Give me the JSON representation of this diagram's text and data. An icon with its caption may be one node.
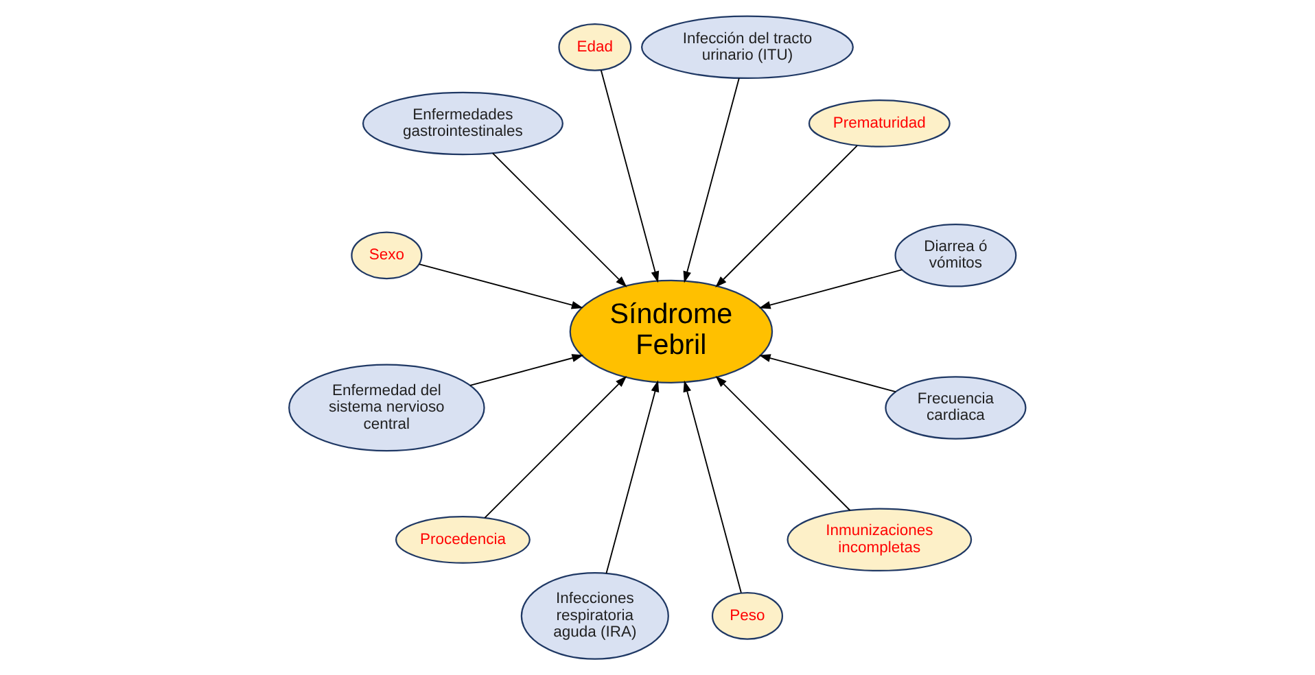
{
  "diagram": {
    "nodes": [
      {
        "text": [
          "Síndrome Febril"
        ]
      },
      {
        "text": [
          "Diarrea ó vómitos"
        ]
      },
      {
        "text": [
          "Prematuridad"
        ]
      },
      {
        "text": [
          "Infección del tracto urinario (ITU)"
        ]
      },
      {
        "text": [
          "Edad"
        ]
      },
      {
        "text": [
          "Enfermedades gastrointestinales"
        ]
      },
      {
        "text": [
          "Sexo"
        ]
      },
      {
        "text": [
          "Enfermedad del sistema nervioso central"
        ]
      },
      {
        "text": [
          "Procedencia"
        ]
      },
      {
        "text": [
          "Infecciones respiratoria aguda (IRA)"
        ]
      },
      {
        "text": [
          "Peso"
        ]
      },
      {
        "text": [
          "Inmunizaciones incompletas"
        ]
      },
      {
        "text": [
          "Frecuencia cardiaca"
        ]
      }
    ],
    "edges": [
      {
        "from": 1,
        "to": 0,
        "arrow": "to"
      },
      {
        "from": 2,
        "to": 0,
        "arrow": "to"
      },
      {
        "from": 3,
        "to": 0,
        "arrow": "to"
      },
      {
        "from": 4,
        "to": 0,
        "arrow": "to"
      },
      {
        "from": 5,
        "to": 0,
        "arrow": "to"
      },
      {
        "from": 6,
        "to": 0,
        "arrow": "to"
      },
      {
        "from": 7,
        "to": 0,
        "arrow": "to"
      },
      {
        "from": 8,
        "to": 0,
        "arrow": "to"
      },
      {
        "from": 9,
        "to": 0,
        "arrow": "to"
      },
      {
        "from": 10,
        "to": 0,
        "arrow": "to"
      },
      {
        "from": 11,
        "to": 0,
        "arrow": "to"
      },
      {
        "from": 12,
        "to": 0,
        "arrow": "to"
      }
    ]
  }
}
